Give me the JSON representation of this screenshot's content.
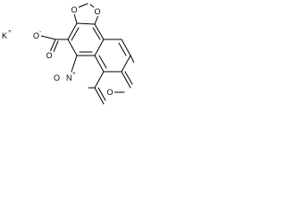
{
  "molecule": {
    "counterion": {
      "symbol": "K",
      "charge": "+"
    },
    "carboxylate": {
      "oxygen": "O",
      "charge": "-"
    },
    "dioxole_oxygens": [
      "O",
      "O"
    ],
    "nitro": {
      "oxygen": "O",
      "nitrogen": "N",
      "charge": "+"
    },
    "methoxy": {
      "oxygen": "O"
    }
  },
  "colors": {
    "ink": "#000000",
    "background": "#ffffff"
  }
}
